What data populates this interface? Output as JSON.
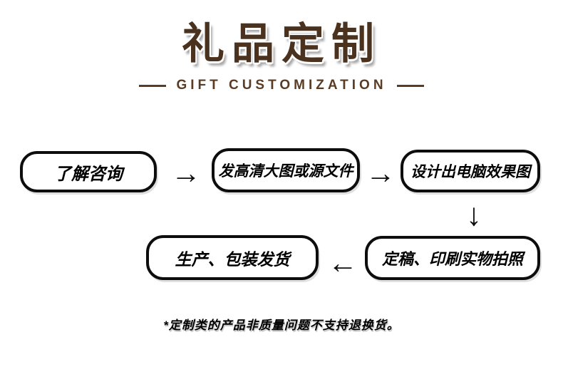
{
  "header": {
    "title": "礼品定制",
    "subtitle": "GIFT CUSTOMIZATION"
  },
  "flow": {
    "steps": [
      {
        "label": "了解咨询"
      },
      {
        "label": "发高清大图或源文件"
      },
      {
        "label": "设计出电脑效果图"
      },
      {
        "label": "定稿、印刷实物拍照"
      },
      {
        "label": "生产、包装发货"
      }
    ],
    "arrows": {
      "right": "→",
      "down": "↓",
      "left": "←"
    }
  },
  "footer": {
    "note": "*定制类的产品非质量问题不支持退换货。"
  },
  "colors": {
    "title_brown": "#4a321e",
    "subtitle_brown": "#5a3c25",
    "box_border": "#0d0d0d",
    "text_black": "#000000",
    "background": "#ffffff"
  }
}
